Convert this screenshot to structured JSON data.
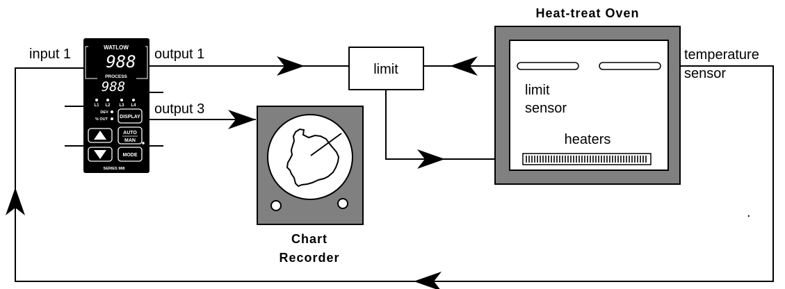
{
  "labels": {
    "input1": "input 1",
    "output1": "output 1",
    "output3": "output 3",
    "limit": "limit",
    "oven_title": "Heat-treat Oven",
    "temperature": "temperature",
    "sensor": "sensor",
    "limit_sensor_line1": "limit",
    "limit_sensor_line2": "sensor",
    "heaters": "heaters",
    "chart_line1": "Chart",
    "chart_line2": "Recorder",
    "dot": "."
  },
  "controller": {
    "brand": "WATLOW",
    "display_top": "988",
    "process_label": "PROCESS",
    "display_bottom": "988",
    "leds": [
      "L1",
      "L2",
      "L3",
      "L4"
    ],
    "dev_label": "DEV",
    "out_label": "% OUT",
    "display_button": "DISPLAY",
    "auto_label": "AUTO",
    "man_label": "MAN",
    "mode_button": "MODE",
    "series_label": "SERIES 988"
  },
  "colors": {
    "housing": "#808080",
    "controller": "#000000",
    "line": "#000000",
    "background": "#ffffff"
  }
}
